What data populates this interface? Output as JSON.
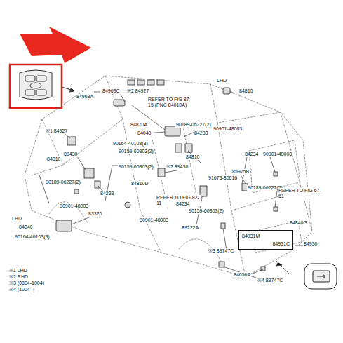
{
  "diagram": {
    "nodes": [
      {
        "text": [
          "84931M",
          "84931C"
        ]
      }
    ],
    "edges": [],
    "labels": [
      "84963C",
      "84963A",
      "※2 84927",
      "REFER TO FIG 87-15 (PNC 84010A)",
      "LHD",
      "84810",
      "※1 84927",
      "84870A",
      "84040",
      "90189-06227(2)",
      "90901-48003",
      "84233",
      "90164-40103(3)",
      "89430",
      "90159-60303(2)",
      "84810",
      "84810",
      "84234",
      "90901-48003",
      "90159-60303(2)",
      "※2 89430",
      "85975B",
      "90189-06227(2)",
      "84810D",
      "91673-80616",
      "90189-06227(2)",
      "REFER TO FIG 67-61",
      "84233",
      "REFER TO FIG 82-11",
      "84234",
      "90901-48003",
      "83320",
      "90159-60303(2)",
      "84840G",
      "89222A",
      "90901-48003",
      "LHD",
      "84040",
      "90164-40103(3)",
      "84930",
      "※3 89747C",
      "※1 LHD",
      "※2 RHD",
      "※3 (0804-1004)",
      "※4 (1004-    )",
      "84656A",
      "※4 89747C"
    ]
  }
}
